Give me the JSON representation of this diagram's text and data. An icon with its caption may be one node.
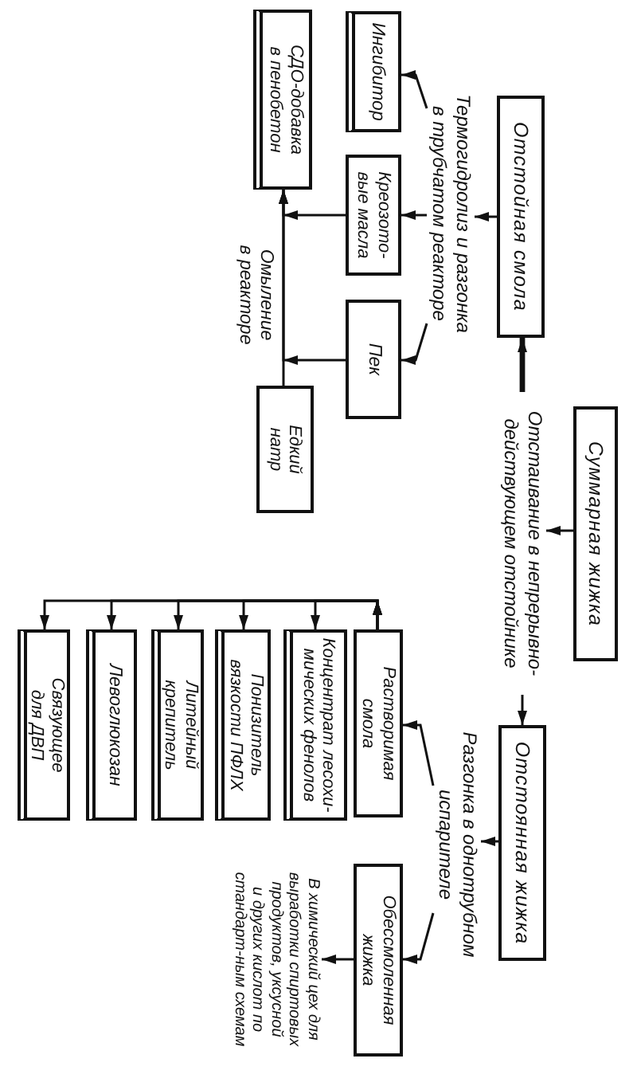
{
  "diagram": {
    "nodes": [
      {
        "text": [
          "Суммарная жижка"
        ]
      },
      {
        "text": [
          "Отстаивание в непрерывно-действующем отстойнике"
        ]
      },
      {
        "text": [
          "Отстойная смола"
        ]
      },
      {
        "text": [
          "Отстоянная жижка"
        ]
      },
      {
        "text": [
          "Термогидролиз и разгонка в трубчатом реакторе"
        ]
      },
      {
        "text": [
          "Ингибитор"
        ]
      },
      {
        "text": [
          "Креозото-вые масла"
        ]
      },
      {
        "text": [
          "Пек"
        ]
      },
      {
        "text": [
          "СДО-добавка в пенобетон"
        ]
      },
      {
        "text": [
          "Едкий натр"
        ]
      },
      {
        "text": [
          "Разгонка в однотрубном испарителе"
        ]
      },
      {
        "text": [
          "Растворимая смола"
        ]
      },
      {
        "text": [
          "Обессмоленная жижка"
        ]
      },
      {
        "text": [
          "Концентрат лесохи-мических фенолов"
        ]
      },
      {
        "text": [
          "Понизитель вязкости ПФЛХ"
        ]
      },
      {
        "text": [
          "Литейный крепитель"
        ]
      },
      {
        "text": [
          "Левоглюкозан"
        ]
      },
      {
        "text": [
          "Связующее для ДВП"
        ]
      },
      {
        "text": [
          "В химический цех для выработки спиртовых продуктов, уксусной и других кислот по стандарт-ным схемам"
        ]
      }
    ],
    "edges": [
      {
        "from": 0,
        "to": 1,
        "arrow": "to"
      },
      {
        "from": 1,
        "to": 2,
        "arrow": "to",
        "style": "thick"
      },
      {
        "from": 1,
        "to": 3,
        "arrow": "to"
      },
      {
        "from": 2,
        "to": 4,
        "arrow": "to"
      },
      {
        "from": 4,
        "to": 5,
        "arrow": "to"
      },
      {
        "from": 4,
        "to": 6,
        "arrow": "to"
      },
      {
        "from": 4,
        "to": 7,
        "arrow": "to"
      },
      {
        "from": 6,
        "to": 8,
        "arrow": "to"
      },
      {
        "from": 7,
        "to": 8,
        "arrow": "to"
      },
      {
        "from": 9,
        "to": 8,
        "arrow": "to",
        "label": "Омыление в реакторе"
      },
      {
        "from": 3,
        "to": 10,
        "arrow": "to"
      },
      {
        "from": 10,
        "to": 11,
        "arrow": "to"
      },
      {
        "from": 10,
        "to": 12,
        "arrow": "to"
      },
      {
        "from": 12,
        "to": 18,
        "arrow": "to"
      },
      {
        "from": 11,
        "to": 13,
        "arrow": "to"
      },
      {
        "from": 11,
        "to": 14,
        "arrow": "to"
      },
      {
        "from": 11,
        "to": 15,
        "arrow": "to"
      },
      {
        "from": 11,
        "to": 16,
        "arrow": "to"
      },
      {
        "from": 11,
        "to": 17,
        "arrow": "to"
      }
    ]
  }
}
